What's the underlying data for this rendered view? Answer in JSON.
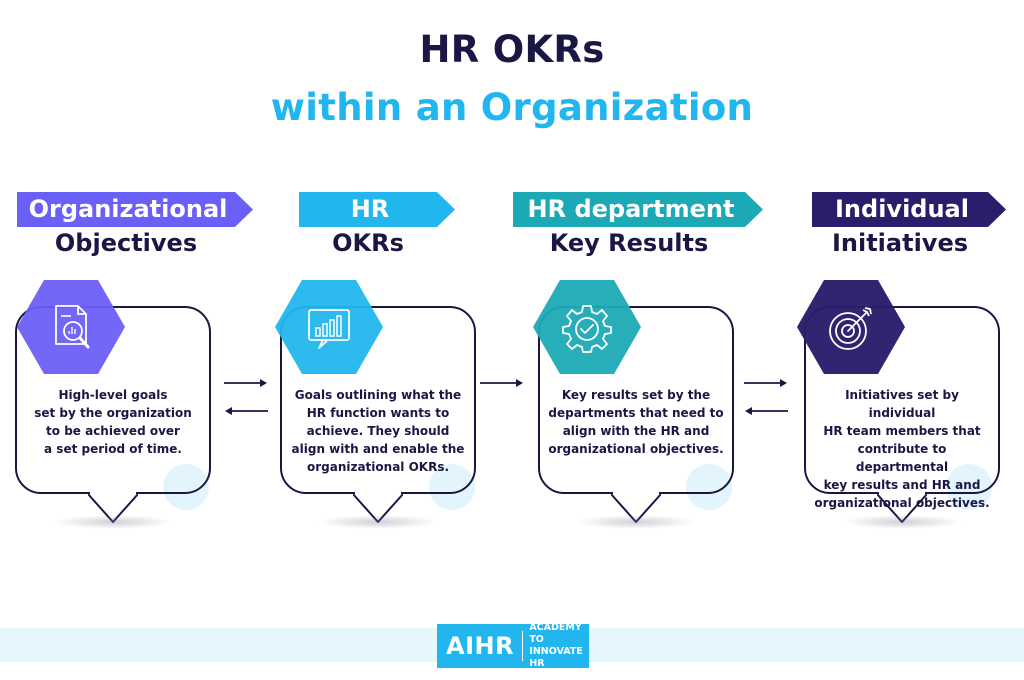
{
  "title": {
    "line1": "HR OKRs",
    "line2": "within an Organization"
  },
  "colors": {
    "navy": "#1b1745",
    "sky": "#21b6ee",
    "purple": "#6a5ff6",
    "teal": "#1baab5",
    "dark_purple": "#2a1d6b"
  },
  "columns": [
    {
      "banner": "Organizational",
      "subhead": "Objectives",
      "icon": "document-search-icon",
      "text": "High-level goals\nset by the organization\nto be achieved over\na set period of time."
    },
    {
      "banner": "HR",
      "subhead": "OKRs",
      "icon": "bar-chart-icon",
      "text": "Goals outlining what the\nHR  function wants to\nachieve. They should\nalign with and enable the\norganizational OKRs."
    },
    {
      "banner": "HR department",
      "subhead": "Key Results",
      "icon": "gear-check-icon",
      "text": "Key results set by the\ndepartments that need to\nalign with the HR and\norganizational objectives."
    },
    {
      "banner": "Individual",
      "subhead": "Initiatives",
      "icon": "target-arrow-icon",
      "text": "Initiatives set by individual\nHR team members that\ncontribute to departmental\nkey results and HR and\norganizational objectives."
    }
  ],
  "logo": {
    "main": "AIHR",
    "sub": "ACADEMY TO\nINNOVATE HR"
  }
}
